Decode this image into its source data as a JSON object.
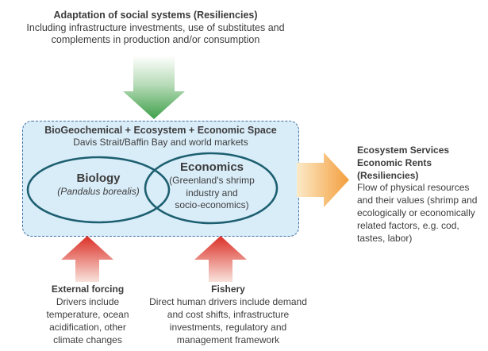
{
  "palette": {
    "background": "#ffffff",
    "text": "#3d3c3c",
    "box_fill": "#d9edf9",
    "box_border": "#3f6f9f",
    "ellipse_stroke": "#1d5f70",
    "green_arrow": "#3fa04b",
    "red_arrow": "#db2f26",
    "orange_arrow": "#f39e3c"
  },
  "adaptation": {
    "title": "Adaptation of social systems (Resiliencies)",
    "lines": [
      "Including infrastructure investments, use of substitutes and",
      "complements in production and/or consumption"
    ]
  },
  "space_box": {
    "title": "BioGeochemical + Ecosystem + Economic Space",
    "subtitle": "Davis Strait/Baffin Bay and world markets",
    "biology": {
      "title": "Biology",
      "subtitle": "(Pandalus borealis)"
    },
    "economics": {
      "title": "Economics",
      "lines": [
        "(Greenland's shrimp",
        "industry and",
        "socio-economics)"
      ]
    }
  },
  "ecosystem_services": {
    "title_lines": [
      "Ecosystem Services",
      "Economic Rents",
      "(Resiliencies)"
    ],
    "lines": [
      "Flow of physical resources",
      "and their values (shrimp and",
      "ecologically or economically",
      "related factors, e.g. cod,",
      "tastes, labor)"
    ]
  },
  "external_forcing": {
    "title": "External forcing",
    "lines": [
      "Drivers include",
      "temperature, ocean",
      "acidification, other",
      "climate changes"
    ]
  },
  "fishery": {
    "title": "Fishery",
    "lines": [
      "Direct human drivers include demand",
      "and cost shifts, infrastructure",
      "investments, regulatory and",
      "management framework"
    ]
  },
  "icons": {
    "adaptation_arrow": "arrow-down",
    "ecosystem_arrow": "arrow-right",
    "external_forcing_arrow": "arrow-up",
    "fishery_arrow": "arrow-up"
  }
}
